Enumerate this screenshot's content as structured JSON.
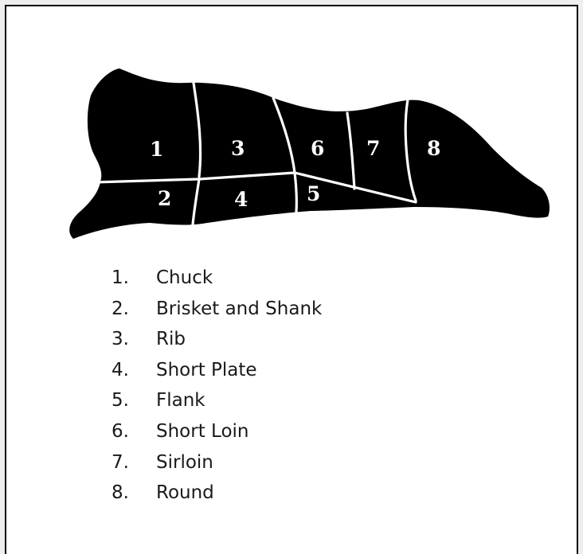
{
  "diagram": {
    "cuts": [
      {
        "number": "1",
        "name": "Chuck"
      },
      {
        "number": "2",
        "name": "Brisket and Shank"
      },
      {
        "number": "3",
        "name": "Rib"
      },
      {
        "number": "4",
        "name": "Short Plate"
      },
      {
        "number": "5",
        "name": "Flank"
      },
      {
        "number": "6",
        "name": "Short Loin"
      },
      {
        "number": "7",
        "name": "Sirloin"
      },
      {
        "number": "8",
        "name": "Round"
      }
    ],
    "legend_numbers": [
      "1.",
      "2.",
      "3.",
      "4.",
      "5.",
      "6.",
      "7.",
      "8."
    ]
  },
  "colors": {
    "silhouette": "#000000",
    "cut_lines": "#ffffff",
    "label_text": "#ffffff",
    "legend_text": "#1a1a1a",
    "frame_border": "#000000"
  }
}
